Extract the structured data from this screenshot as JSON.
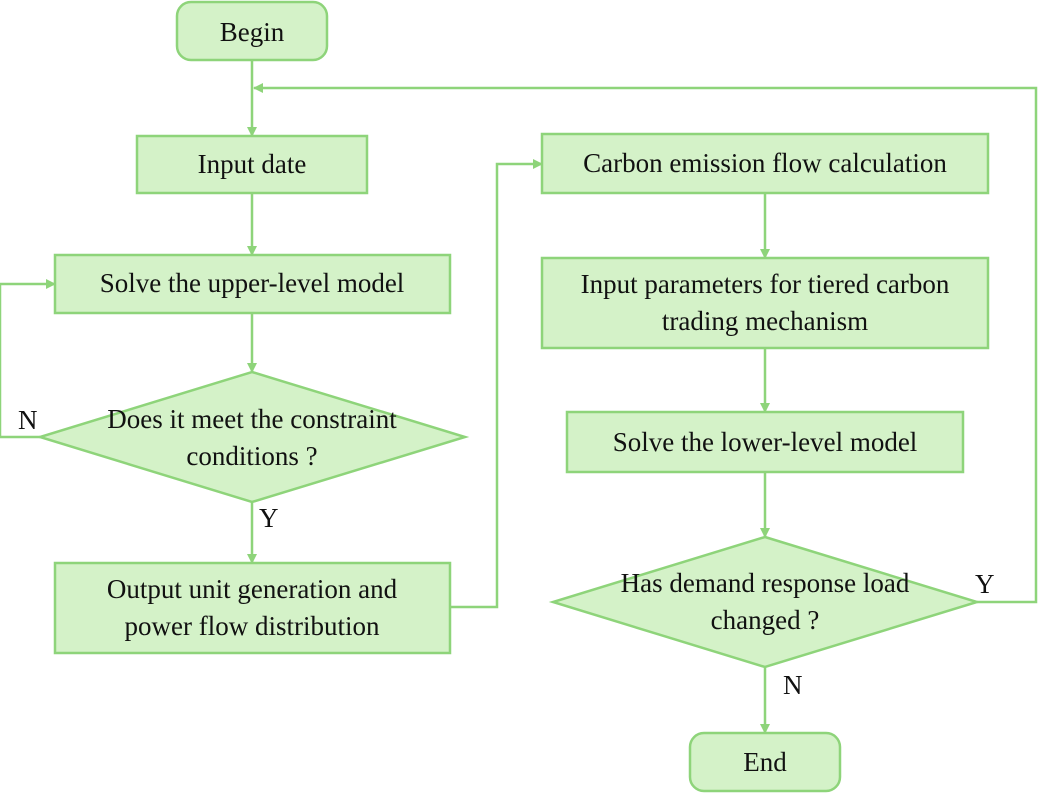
{
  "colors": {
    "box_fill": "#d4f2c8",
    "box_stroke": "#8ed47a",
    "line": "#8ed47a",
    "text": "#111111"
  },
  "nodes": {
    "begin": "Begin",
    "input_date": "Input date",
    "solve_upper": "Solve the upper-level model",
    "decision_constraints": [
      "Does it meet the constraint",
      "conditions ?"
    ],
    "output_unit": [
      "Output unit generation and",
      "power flow distribution"
    ],
    "carbon_flow": "Carbon emission flow calculation",
    "input_params": [
      "Input parameters for tiered carbon",
      "trading mechanism"
    ],
    "solve_lower": "Solve the lower-level model",
    "decision_demand": [
      "Has demand response load",
      "changed ?"
    ],
    "end": "End"
  },
  "branch_labels": {
    "constraints_no": "N",
    "constraints_yes": "Y",
    "demand_yes": "Y",
    "demand_no": "N"
  }
}
